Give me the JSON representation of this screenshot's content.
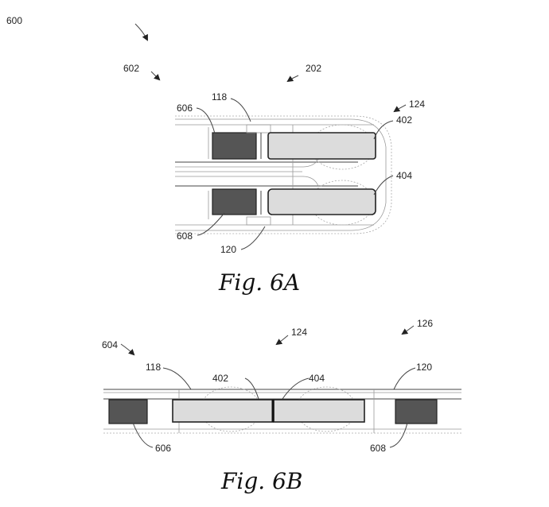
{
  "figure_6a": {
    "caption": "Fig. 6A",
    "labels": {
      "l600": "600",
      "l602": "602",
      "l202": "202",
      "l124": "124",
      "l118": "118",
      "l606": "606",
      "l402": "402",
      "l404": "404",
      "l608": "608",
      "l120": "120"
    }
  },
  "figure_6b": {
    "caption": "Fig. 6B",
    "labels": {
      "l604": "604",
      "l124": "124",
      "l126": "126",
      "l118": "118",
      "l402": "402",
      "l404": "404",
      "l120": "120",
      "l606": "606",
      "l608": "608"
    }
  }
}
